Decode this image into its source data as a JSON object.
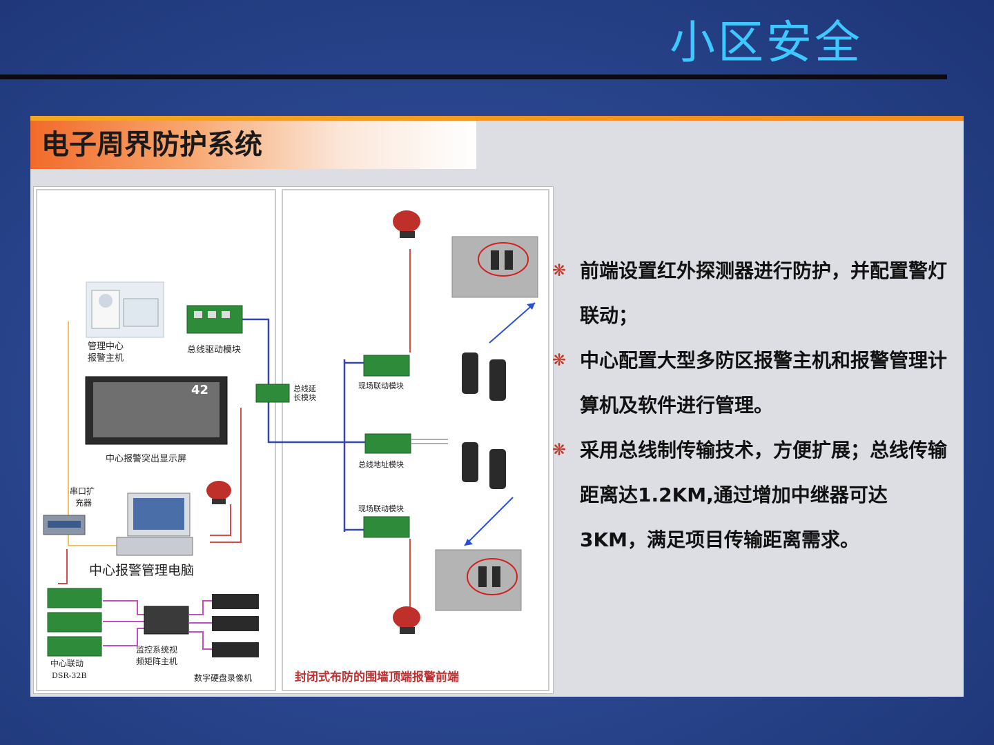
{
  "slide": {
    "title": "小区安全",
    "subtitle": "电子周界防护系统"
  },
  "diagram": {
    "labels": {
      "center_host": "管理中心\n报警主机",
      "bus_driver": "总线驱动模块",
      "bus_extender": "总线延\n长模块",
      "display_42": "42",
      "alarm_display": "中心报警突出显示屏",
      "serial_expander": "串口扩\n充器",
      "alarm_pc": "中心报警管理电脑",
      "linkage_board": "中心联动\nDSR-32B",
      "matrix_host": "监控系统视\n频矩阵主机",
      "dvr": "数字硬盘录像机",
      "site_linkage_1": "现场联动模块",
      "bus_address": "总线地址模块",
      "site_linkage_2": "现场联动模块",
      "front_end": "封闭式布防的围墙顶端报警前端"
    }
  },
  "bullets": [
    {
      "marker": "❋",
      "text": "前端设置红外探测器进行防护，并配置警灯联动；"
    },
    {
      "marker": "❋",
      "text": "中心配置大型多防区报警主机和报警管理计算机及软件进行管理。"
    },
    {
      "marker": "❋",
      "text": "采用总线制传输技术，方便扩展；总线传输距离达1.2KM,通过增加中继器可达3KM，满足项目传输距离需求。"
    }
  ],
  "colors": {
    "title": "#3ec8ff",
    "accent_orange": "#f28a1e",
    "bullet_marker": "#c0392b"
  }
}
